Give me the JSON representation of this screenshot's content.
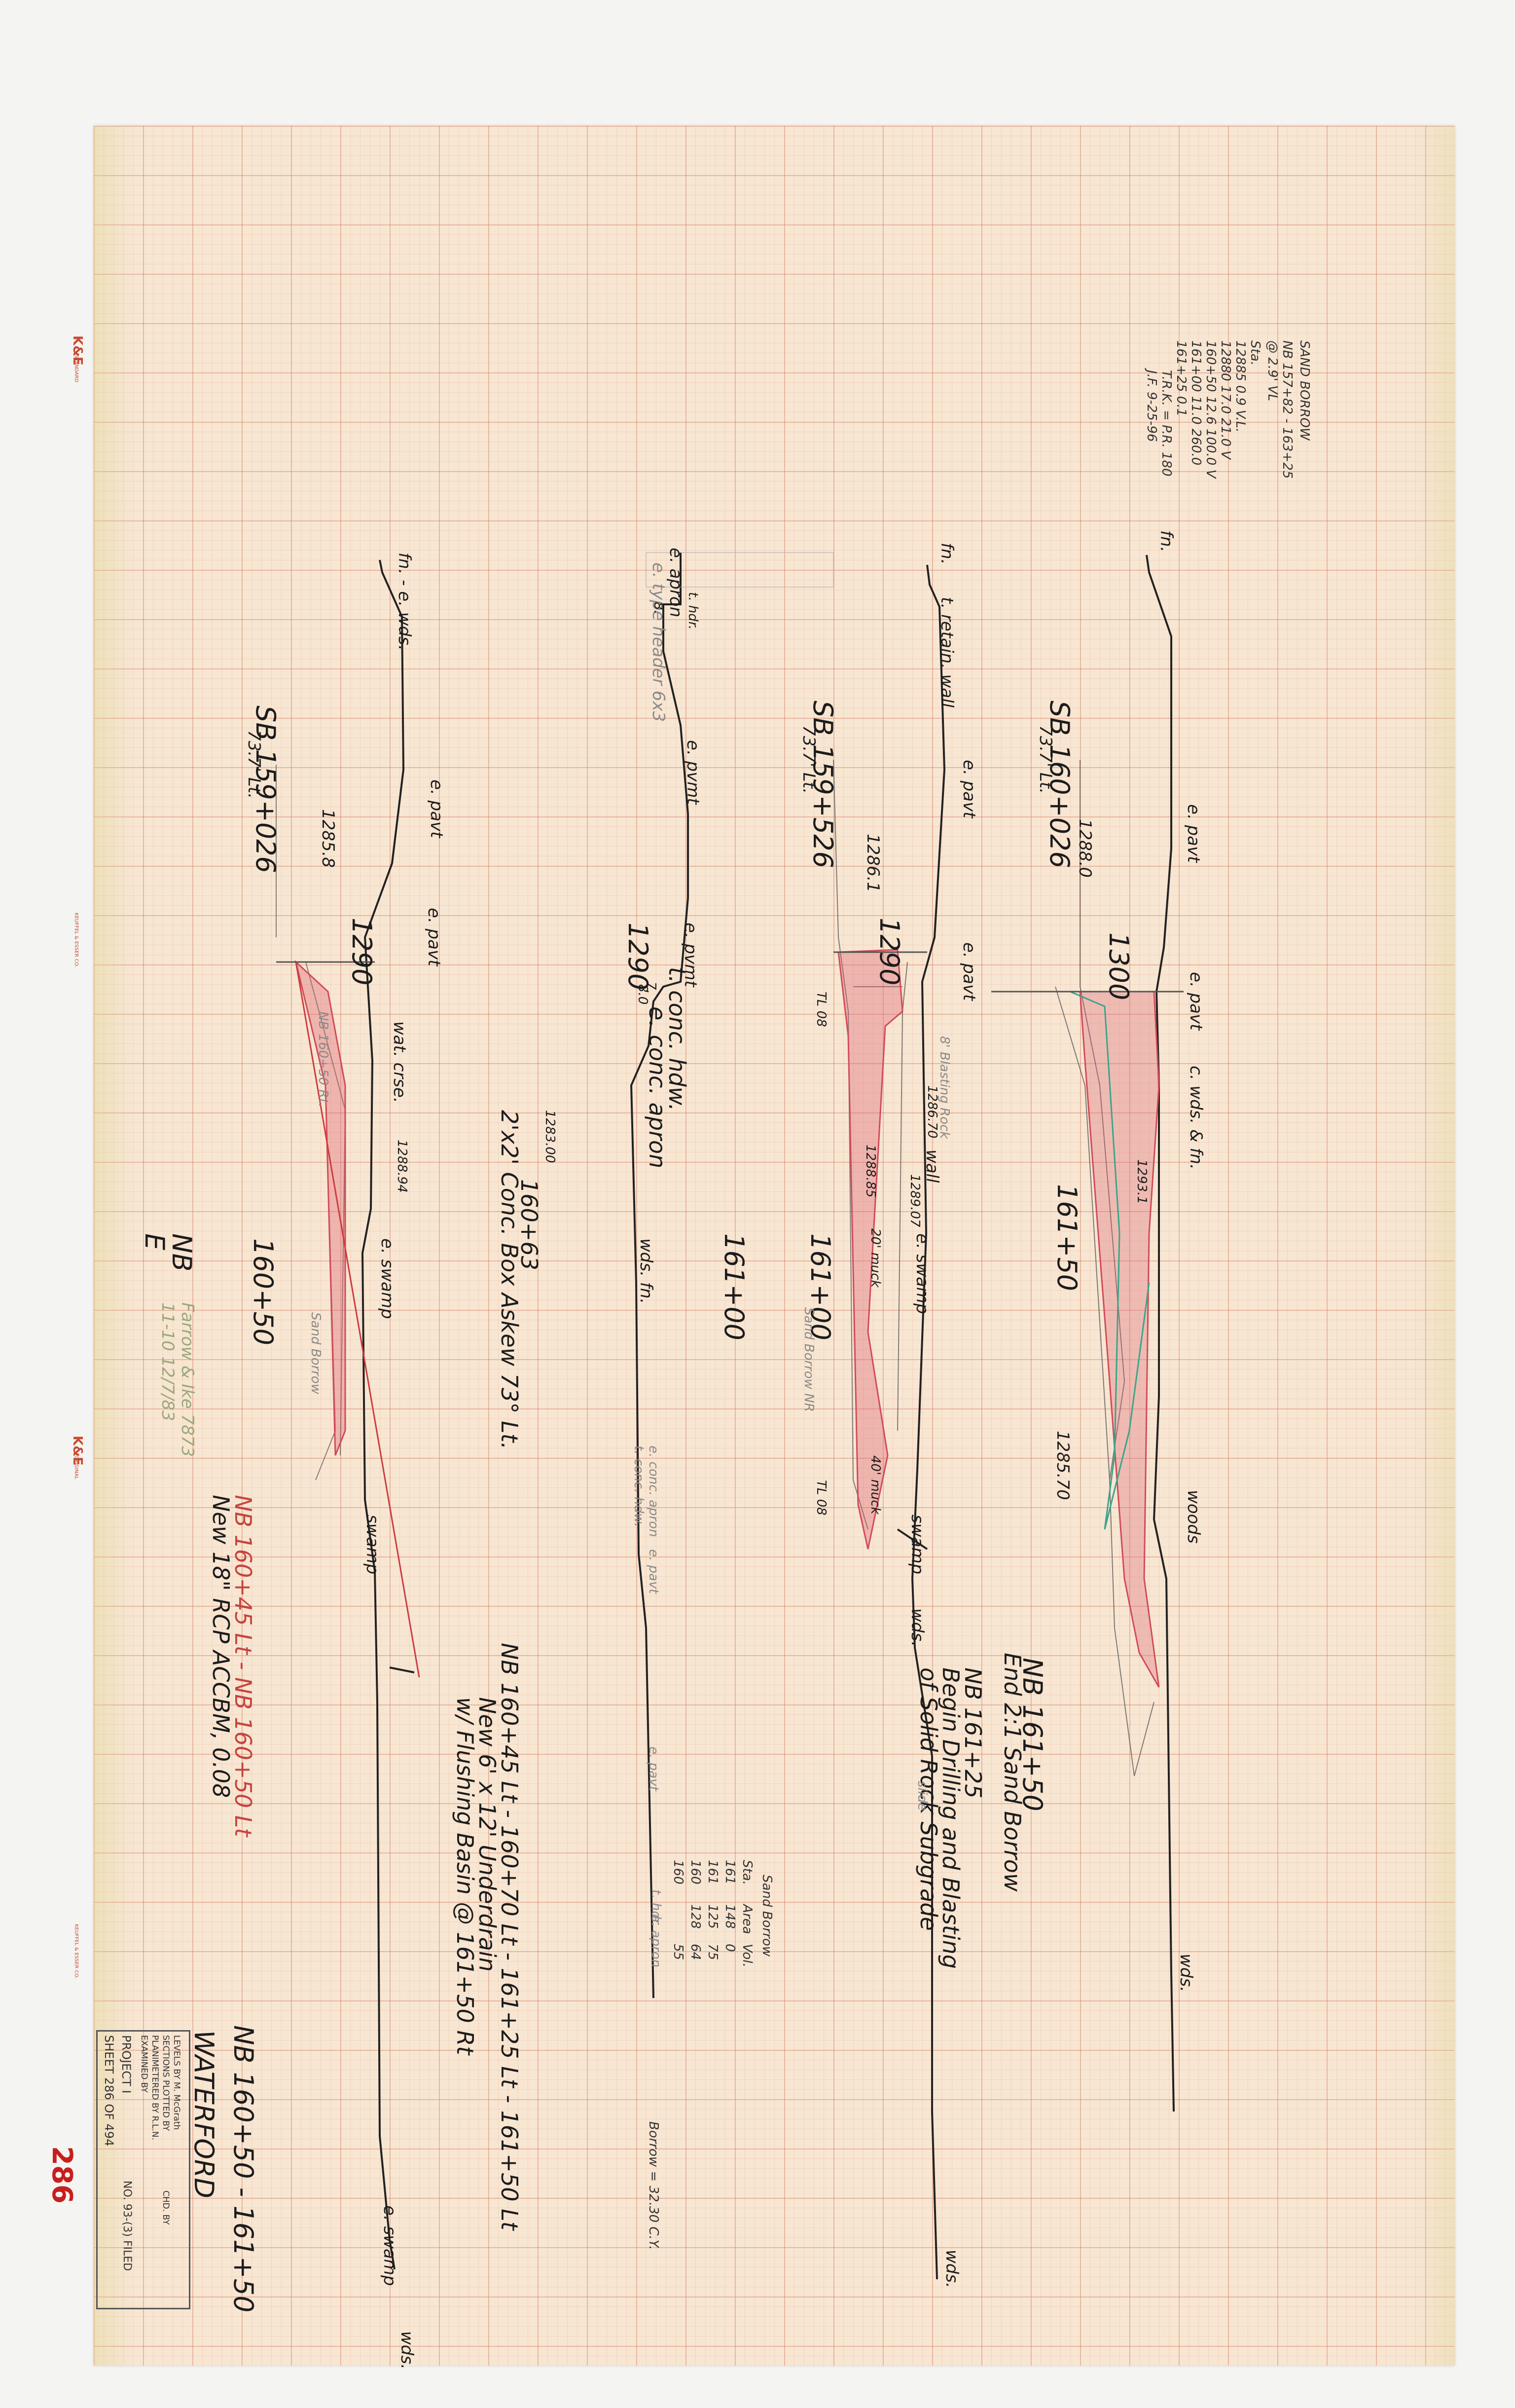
{
  "sheet_number_red": "286",
  "title": {
    "station_range": "NB 160+50 - 161+50",
    "location": "WATERFORD"
  },
  "title_block": {
    "levels_by": "LEVELS BY M. McGrath",
    "sections_plotted_by": "SECTIONS PLOTTED BY",
    "planimetered_by": "PLANIMETERED BY R.L.N.",
    "examined_by": "EXAMINED BY",
    "chd_by": "CHD. BY",
    "project": "PROJECT I",
    "project_no": "NO. 93-(3) FILED",
    "sheet": "SHEET 286 OF 494"
  },
  "stamp": {
    "brand": "K&E",
    "line1": "STANDARD",
    "line2": "ORIGINAL",
    "fine": "KEUFFEL & ESSER CO."
  },
  "sections": [
    {
      "station": "161+50",
      "offset_station": "SB 160+026",
      "offset_dist": "73.7' Lt.",
      "elev_label": "1300",
      "elev_values": [
        "1288.0",
        "1293.1",
        "1285.70"
      ],
      "labels": {
        "top": "fn.",
        "pavt_1": "e. pavt",
        "pavt_2": "e. pavt",
        "wds_fn": "c. wds. & fn.",
        "woods": "woods",
        "wds_end": "wds."
      },
      "note": {
        "line1": "NB 161+50",
        "line2": "End 2:1 Sand Borrow"
      }
    },
    {
      "station": "161+00",
      "offset_station": "SB 159+526",
      "offset_dist": "73.7' Lt.",
      "elev_label": "1290",
      "elev_values": [
        "1286.1",
        "1286.70",
        "1289.07",
        "1288.85"
      ],
      "labels": {
        "top": "fn.",
        "retaining": "t. retain. wall",
        "pavt_1": "e. pavt",
        "pavt_2": "e. pavt",
        "wall": "wall",
        "swamp_1": "e. swamp",
        "swamp_2": "swamp",
        "wds": "wds.",
        "slide": "slide",
        "wds_end": "wds.",
        "muck_1": "20' muck",
        "muck_2": "40' muck",
        "tl_1": "TL 08",
        "tl_2": "TL 08"
      },
      "note": {
        "line1": "NB 161+25",
        "line2": "Begin Drilling and Blasting",
        "line3": "of Solid Rock Subgrade"
      }
    },
    {
      "station": "161+00",
      "elev_label": "1290",
      "labels": {
        "apron": "e. apron",
        "header": "e. type header 6x3",
        "hdr": "t. hdr.",
        "pvmt_1": "e. pvmt",
        "pvmt_2": "e. pvmt",
        "conc_hdw": "t. conc. hdw.",
        "conc_apron": "e. conc. apron",
        "wds_fn": "wds. fn.",
        "apron_lower": "e. conc. apron",
        "hdw_lower": "t. conc. hdw.",
        "pavt_lower": "e. pavt",
        "pavt_lower2": "e. pavt",
        "hdr_lower": "t. hdr.",
        "apron_lower2": "e. apron",
        "dim_a": "8.",
        "dim_b": "7.",
        "dim_c": "8.0"
      },
      "culvert": {
        "line1": "2'x2' Conc. Box Askew 73° Lt.",
        "station": "160+63",
        "elev": "1283.00"
      },
      "note": {
        "line1": "NB 160+45 Lt - 160+70 Lt - 161+25 Lt - 161+50 Lt",
        "line2": "New 6' x 12' Underdrain",
        "line3": "w/ Flushing Basin @ 161+50 Rt"
      }
    },
    {
      "station": "160+50",
      "offset_station": "SB 159+026",
      "offset_dist": "73.7' Lt.",
      "elev_label": "1290",
      "elev_values": [
        "1285.8",
        "1288.94"
      ],
      "labels": {
        "top": "fn. - e. wds.",
        "pavt_1": "e. pavt",
        "pavt_2": "e. pavt",
        "wat_crse": "wat. crse.",
        "swamp_1": "e. swamp",
        "swamp_2": "swamp",
        "swamp_end": "e. swamp",
        "wds_end": "wds."
      },
      "note": {
        "line1": "NB 160+45 Lt - NB 160+50 Lt",
        "line2": "New 18\" RCP ACCBM, 0.08"
      }
    }
  ],
  "side_notes": {
    "nb": "NB",
    "e": "E",
    "farm": "Farrow & Ike 7873",
    "dates": "11-10 12/7/83",
    "sand_borrow": "Sand Borrow",
    "notes_left": "NB 160+50 Rt.",
    "rock_label": "8' Blasting Rock",
    "sand_note": "Sand Borrow NR"
  },
  "rotated_table": {
    "title": "SAND BORROW",
    "rows": [
      "NB 157+82 - 163+25",
      "@ 2.9' VL",
      "Sta.",
      "12885   0.9   V.L.",
      "12880   17.0   21.0 V",
      "160+50   12.6   100.0 V",
      "161+00   11.0   260.0",
      "161+25   0.1",
      "T.R.K. = P.R. 180",
      "J.F. 9-25-96"
    ]
  },
  "lower_table": {
    "title": "Sand Borrow",
    "cols": [
      "Sta.",
      "Area",
      "Vol."
    ],
    "rows": [
      [
        "161",
        "148",
        "0"
      ],
      [
        "161",
        "125",
        "75"
      ],
      [
        "160",
        "128",
        "64"
      ],
      [
        "160",
        "",
        "55"
      ]
    ],
    "footer": "Borrow = 32.30 C.Y."
  },
  "colors": {
    "paper": "#f7e6d2",
    "grid": "#d0785f",
    "ink": "#1c1c1c",
    "red_fill": "#e58a9a",
    "green": "#3aa58a"
  }
}
